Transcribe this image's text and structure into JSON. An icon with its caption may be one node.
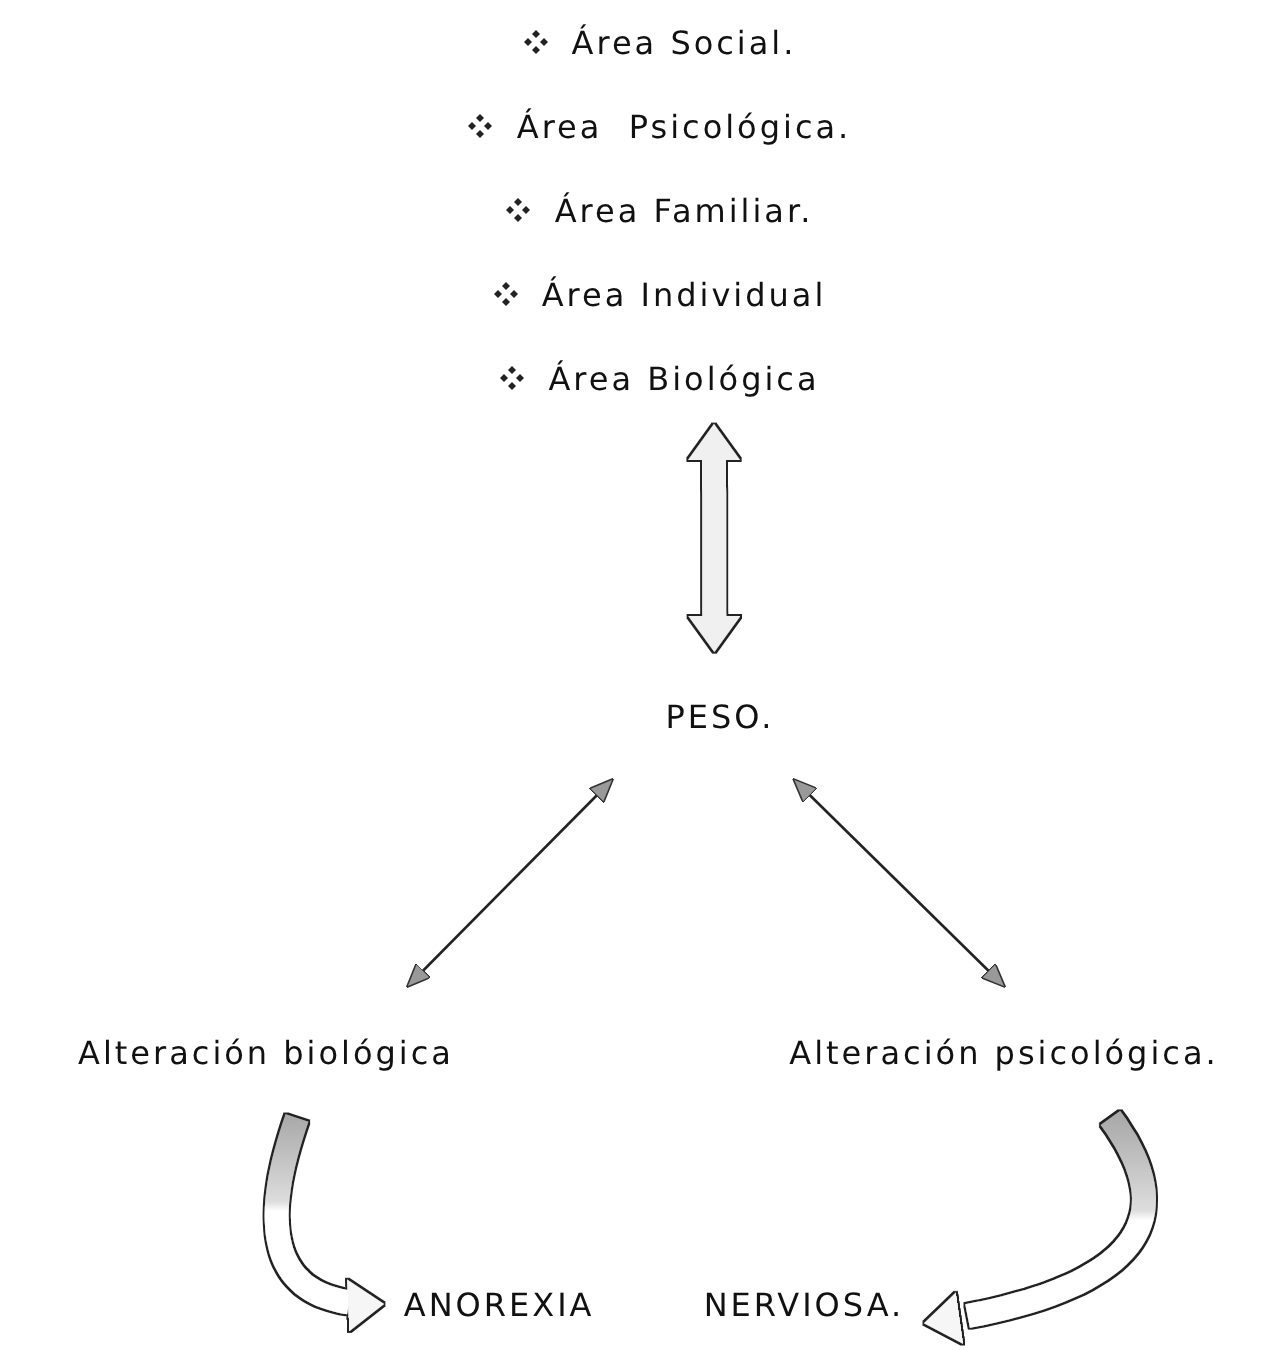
{
  "diagram": {
    "nodes": [
      {
        "text": [
          "Área Social.",
          "Área  Psicológica.",
          "Área Familiar.",
          "Área Individual",
          "Área Biológica"
        ]
      },
      {
        "text": [
          "PESO."
        ]
      },
      {
        "text": [
          "Alteración biológica"
        ]
      },
      {
        "text": [
          "Alteración psicológica."
        ]
      },
      {
        "text": [
          "ANOREXIA NERVIOSA."
        ]
      }
    ],
    "edges": [
      {
        "from": 0,
        "to": 1,
        "arrow": "both",
        "style": "thick",
        "color": "#f0f0f0"
      },
      {
        "from": 1,
        "to": 2,
        "arrow": "both"
      },
      {
        "from": 1,
        "to": 3,
        "arrow": "both"
      },
      {
        "from": 2,
        "to": 4,
        "arrow": "to",
        "style": "thick",
        "color": "#aaaaaa"
      },
      {
        "from": 3,
        "to": 4,
        "arrow": "to",
        "style": "thick",
        "color": "#aaaaaa"
      }
    ]
  }
}
